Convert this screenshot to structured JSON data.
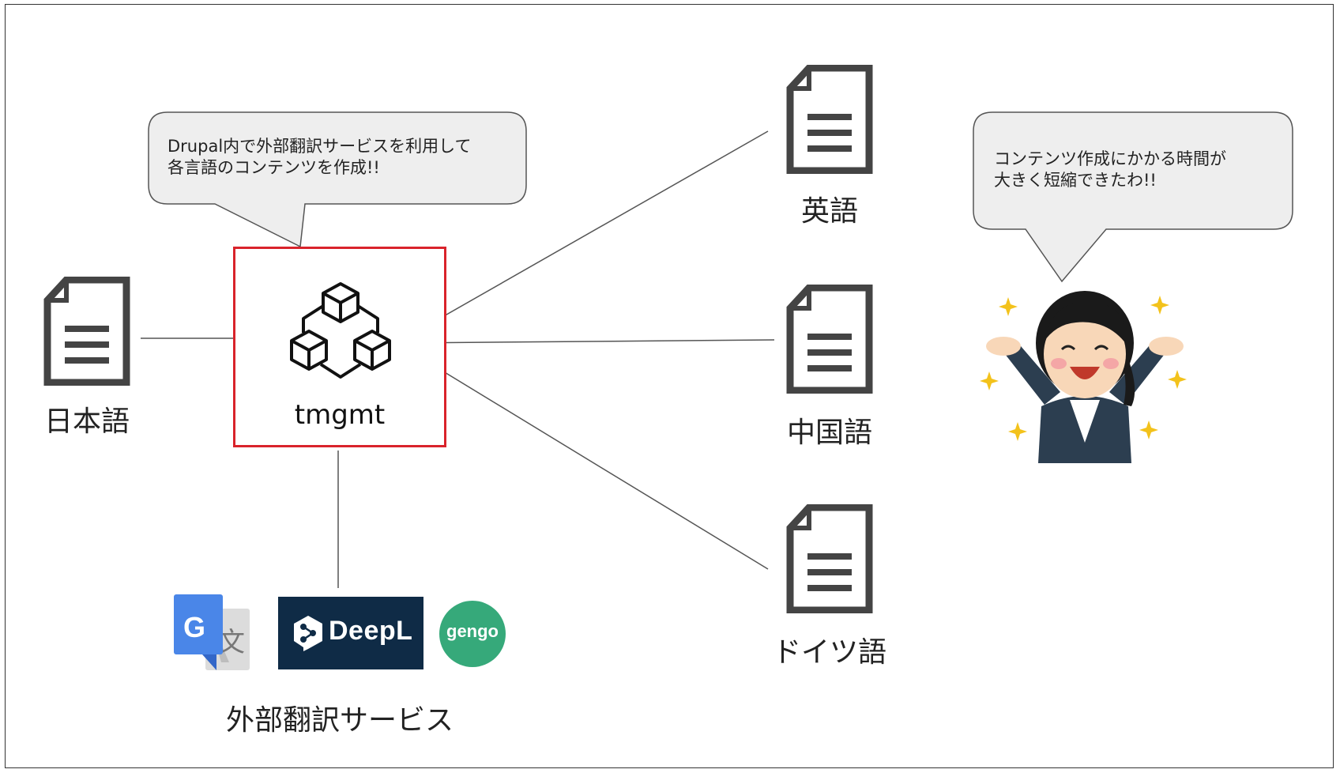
{
  "bubble_left": {
    "line1": "Drupal内で外部翻訳サービスを利用して",
    "line2": "各言語のコンテンツを作成!!"
  },
  "bubble_right": {
    "line1": "コンテンツ作成にかかる時間が",
    "line2": "大きく短縮できたわ!!"
  },
  "source_language": "日本語",
  "hub": "tmgmt",
  "target_languages": [
    "英語",
    "中国語",
    "ドイツ語"
  ],
  "services": {
    "label": "外部翻訳サービス",
    "google_letter": "G",
    "deepl": "DeepL",
    "gengo": "gengo"
  },
  "colors": {
    "tmgmt_border": "#d9232b",
    "deepl_bg": "#0f2b46",
    "gengo_bg": "#36a97a",
    "google_blue": "#4a86e8"
  },
  "icons": [
    "document-icon",
    "cubes-icon",
    "google-translate-icon",
    "deepl-icon",
    "gengo-icon",
    "person-illustration",
    "sparkle-icon"
  ]
}
